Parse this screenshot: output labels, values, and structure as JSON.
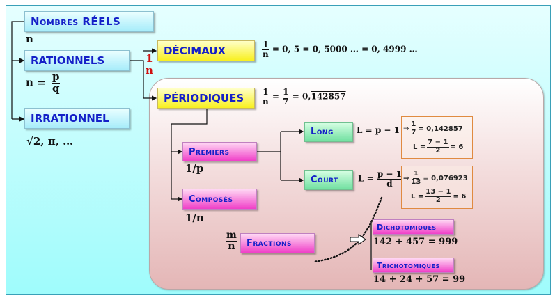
{
  "nodes": {
    "reels": "Nombres RÉELS",
    "rationnels": "RATIONNELS",
    "irrationnel": "IRRATIONNEL",
    "decimaux": "DÉCIMAUX",
    "periodiques": "PÉRIODIQUES",
    "premiers": "Premiers",
    "composes": "Composés",
    "long": "Long",
    "court": "Court",
    "fractions": "Fractions",
    "dichotomiques": "Dichotomiques",
    "trichotomiques": "Trichotomiques"
  },
  "labels": {
    "reels_var": "n",
    "rationnels_lhs": "n =",
    "rationnels_num": "p",
    "rationnels_den": "q",
    "irrationnel_examples": "√2, π, …",
    "branch_num": "1",
    "branch_den": "n",
    "decimaux_num": "1",
    "decimaux_den": "n",
    "decimaux_eq": "= 0, 5 = 0, 5000 … = 0, 4999 …",
    "periodiques_num1": "1",
    "periodiques_den1": "n",
    "periodiques_eq1": "=",
    "periodiques_num2": "1",
    "periodiques_den2": "7",
    "periodiques_eq2": "= 0,",
    "periodiques_period": "142857",
    "premiers_var": "1/p",
    "composes_var": "1/n",
    "fractions_num": "m",
    "fractions_den": "n",
    "long_formula": "L = p − 1",
    "court_lhs": "L =",
    "court_num": "p − 1",
    "court_den": "d",
    "dichotomiques_eq": "142 + 457 = 999",
    "trichotomiques_eq": "14 + 24 + 57 = 99"
  },
  "examples": {
    "long": {
      "arrow": "⇒",
      "num": "1",
      "den": "7",
      "eq": "= 0,",
      "period": "142857",
      "l_lhs": "L =",
      "l_num": "7 − 1",
      "l_den": "2",
      "l_res": "= 6"
    },
    "court": {
      "arrow": "⇒",
      "num": "1",
      "den": "13",
      "eq": "= 0,076923",
      "l_lhs": "L =",
      "l_num": "13 − 1",
      "l_den": "2",
      "l_res": "= 6"
    }
  },
  "colors": {
    "title_text": "#1520c8",
    "branch_fraction": "#d01010",
    "result_box_border": "#e08a40"
  }
}
